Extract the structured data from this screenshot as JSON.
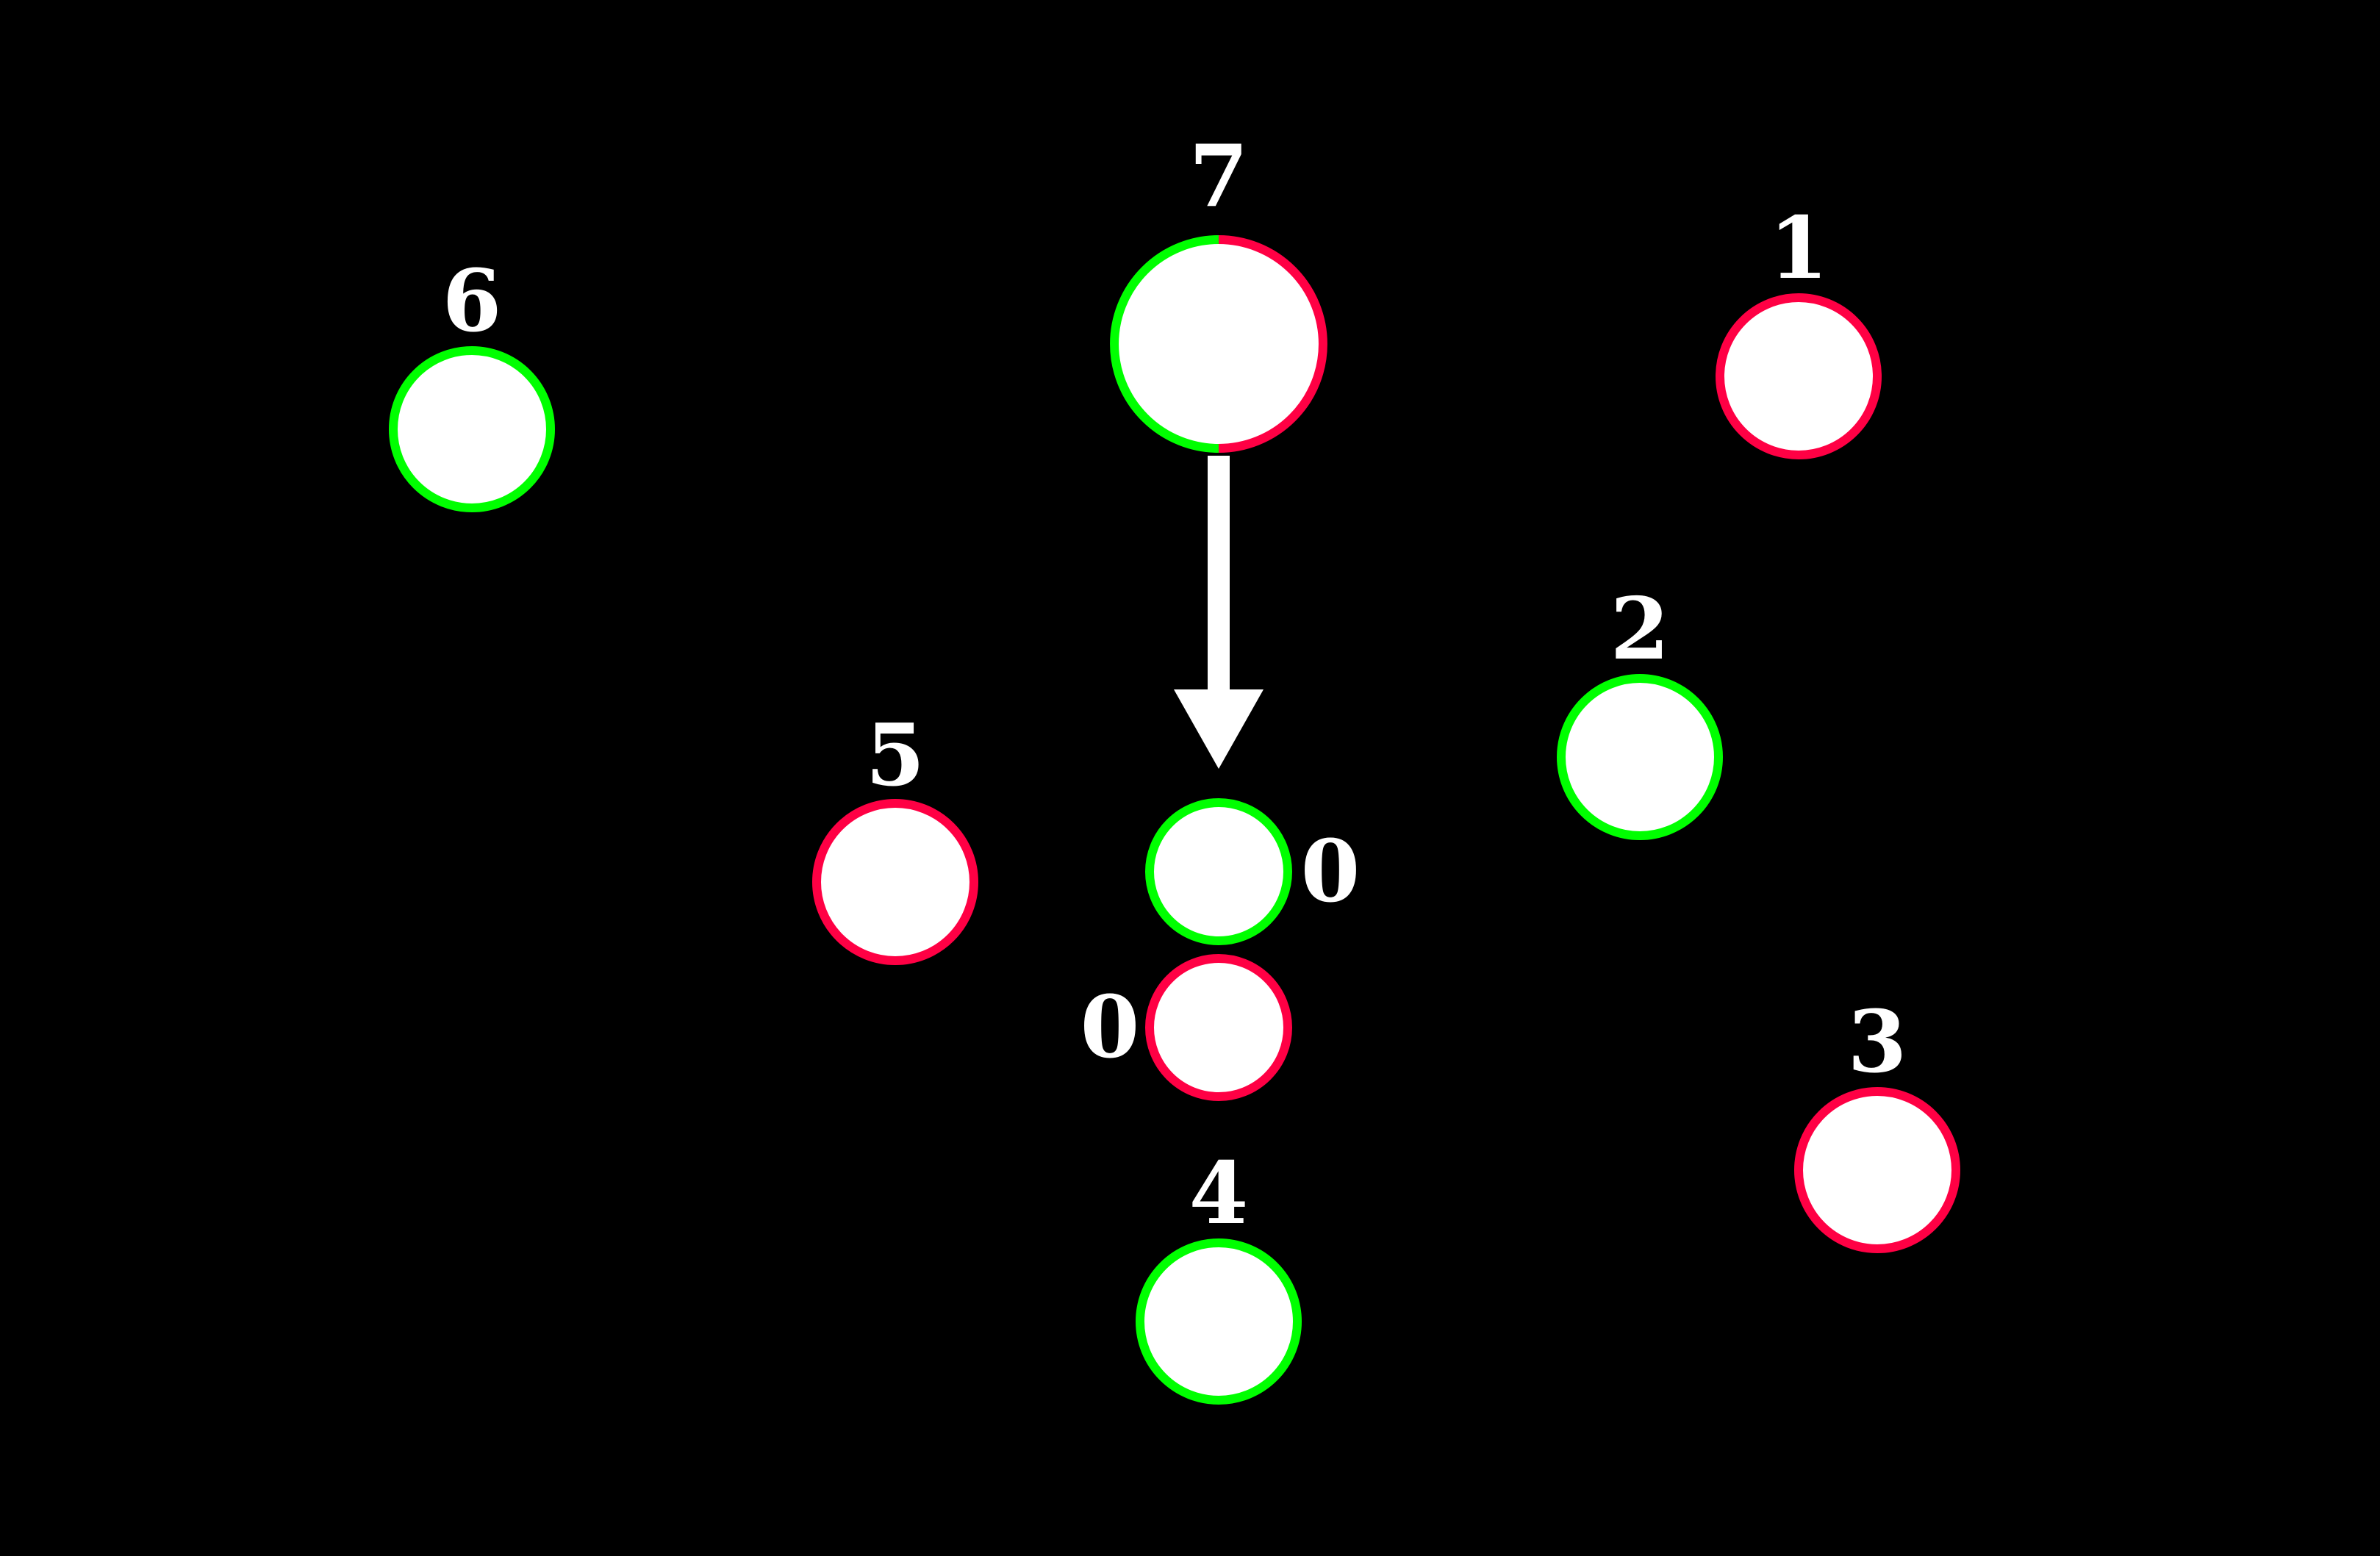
{
  "colors": {
    "background": "#000000",
    "node_fill": "#ffffff",
    "green": "#00ff00",
    "red": "#ff0044",
    "arrow": "#ffffff",
    "label": "#ffffff"
  },
  "nodes": [
    {
      "id": "node-7",
      "label": "7",
      "ring": "split-green-red",
      "size": "large"
    },
    {
      "id": "node-6",
      "label": "6",
      "ring": "green",
      "size": "medium"
    },
    {
      "id": "node-1",
      "label": "1",
      "ring": "red",
      "size": "medium"
    },
    {
      "id": "node-2",
      "label": "2",
      "ring": "green",
      "size": "medium"
    },
    {
      "id": "node-5",
      "label": "5",
      "ring": "red",
      "size": "medium"
    },
    {
      "id": "node-0-green",
      "label": "0",
      "ring": "green",
      "size": "small"
    },
    {
      "id": "node-0-red",
      "label": "0",
      "ring": "red",
      "size": "small"
    },
    {
      "id": "node-3",
      "label": "3",
      "ring": "red",
      "size": "medium"
    },
    {
      "id": "node-4",
      "label": "4",
      "ring": "green",
      "size": "medium"
    }
  ],
  "arrow": {
    "from": "node-7",
    "to": "node-0-green",
    "direction": "down"
  }
}
